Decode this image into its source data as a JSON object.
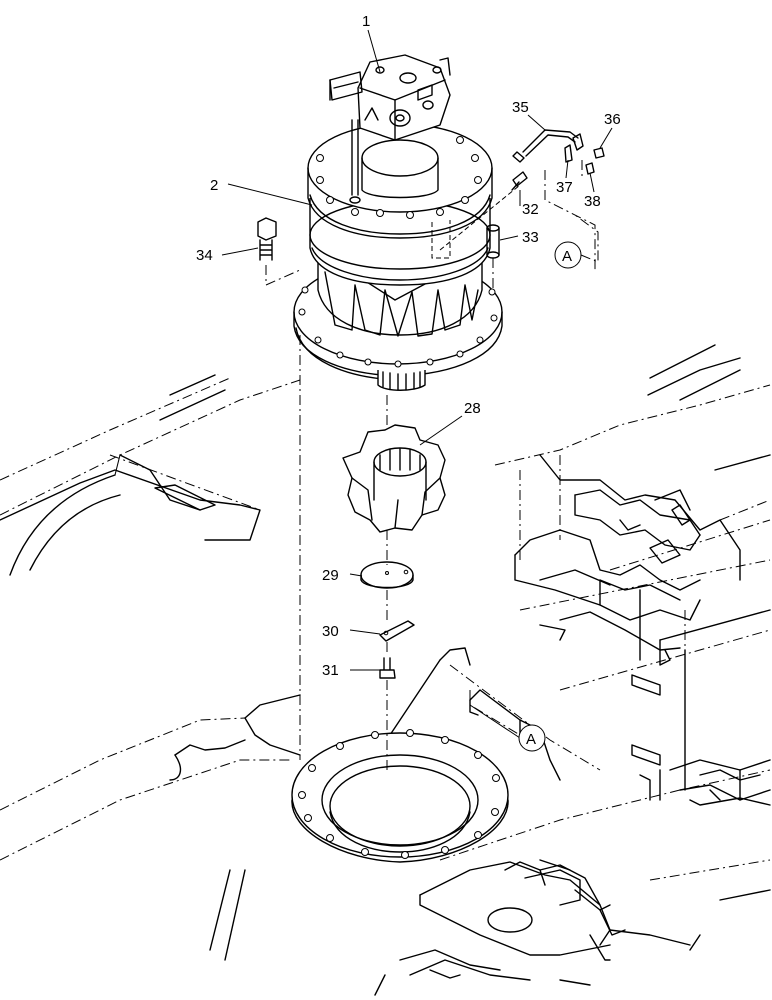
{
  "callouts": {
    "c1": "1",
    "c2": "2",
    "c28": "28",
    "c29": "29",
    "c30": "30",
    "c31": "31",
    "c32": "32",
    "c33": "33",
    "c34": "34",
    "c35": "35",
    "c36": "36",
    "c37": "37",
    "c38": "38",
    "refA_top": "A",
    "refA_bottom": "A"
  }
}
